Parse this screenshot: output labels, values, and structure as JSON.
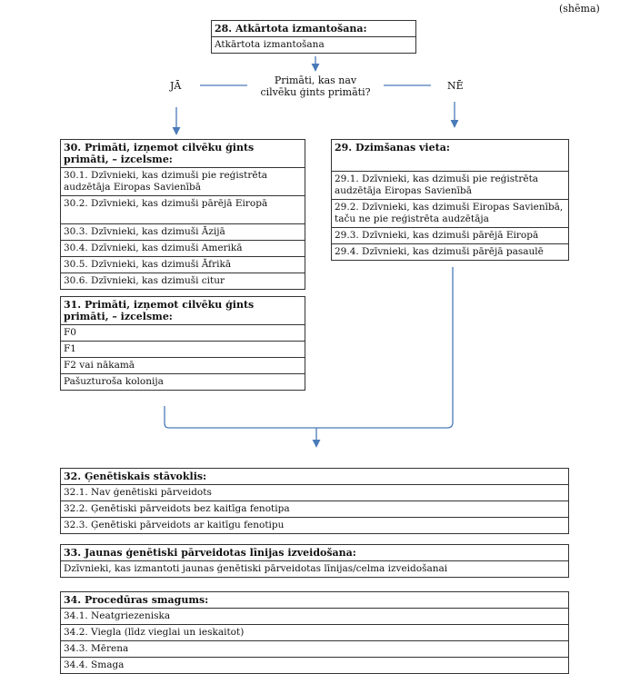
{
  "schema_label": "(shēma)",
  "box28": {
    "title": "28. Atkārtota izmantošana:",
    "rows": [
      "Atkārtota izmantošana"
    ]
  },
  "decision": {
    "question": "Primāti, kas nav cilvēku ģints primāti?",
    "yes": "JĀ",
    "no": "NĒ"
  },
  "box30": {
    "title": "30. Primāti, izņemot cilvēku ģints primāti, – izcelsme:",
    "rows": [
      "30.1. Dzīvnieki, kas dzimuši pie reģistrēta audzētāja Eiropas Savienībā",
      "30.2. Dzīvnieki, kas dzimuši pārējā Eiropā",
      "30.3. Dzīvnieki, kas dzimuši Āzijā",
      "30.4. Dzīvnieki, kas dzimuši Amerikā",
      "30.5. Dzīvnieki, kas dzimuši Āfrikā",
      "30.6. Dzīvnieki, kas dzimuši citur"
    ]
  },
  "box29": {
    "title": "29. Dzimšanas vieta:",
    "rows": [
      "29.1. Dzīvnieki, kas dzimuši pie reģistrēta audzētāja Eiropas Savienībā",
      "29.2. Dzīvnieki, kas dzimuši Eiropas Savienībā, taču ne pie reģistrēta audzētāja",
      "29.3. Dzīvnieki, kas dzimuši pārējā Eiropā",
      "29.4. Dzīvnieki, kas dzimuši pārējā pasaulē"
    ]
  },
  "box31": {
    "title": "31. Primāti, izņemot cilvēku ģints primāti, – izcelsme:",
    "rows": [
      "F0",
      "F1",
      "F2 vai nākamā",
      "Pašuzturoša kolonija"
    ]
  },
  "box32": {
    "title": "32. Ģenētiskais stāvoklis:",
    "rows": [
      "32.1. Nav ģenētiski pārveidots",
      "32.2. Ģenētiski pārveidots bez kaitīga fenotipa",
      "32.3. Ģenētiski pārveidots ar kaitīgu fenotipu"
    ]
  },
  "box33": {
    "title": "33. Jaunas ģenētiski pārveidotas līnijas izveidošana:",
    "rows": [
      "Dzīvnieki, kas izmantoti jaunas ģenētiski pārveidotas līnijas/celma izveidošanai"
    ]
  },
  "box34": {
    "title": "34. Procedūras smagums:",
    "rows": [
      "34.1. Neatgriezeniska",
      "34.2. Viegla (līdz vieglai un ieskaitot)",
      "34.3. Mērena",
      "34.4. Smaga"
    ]
  },
  "colors": {
    "arrow": "#4a7ab8",
    "border": "#333333"
  }
}
